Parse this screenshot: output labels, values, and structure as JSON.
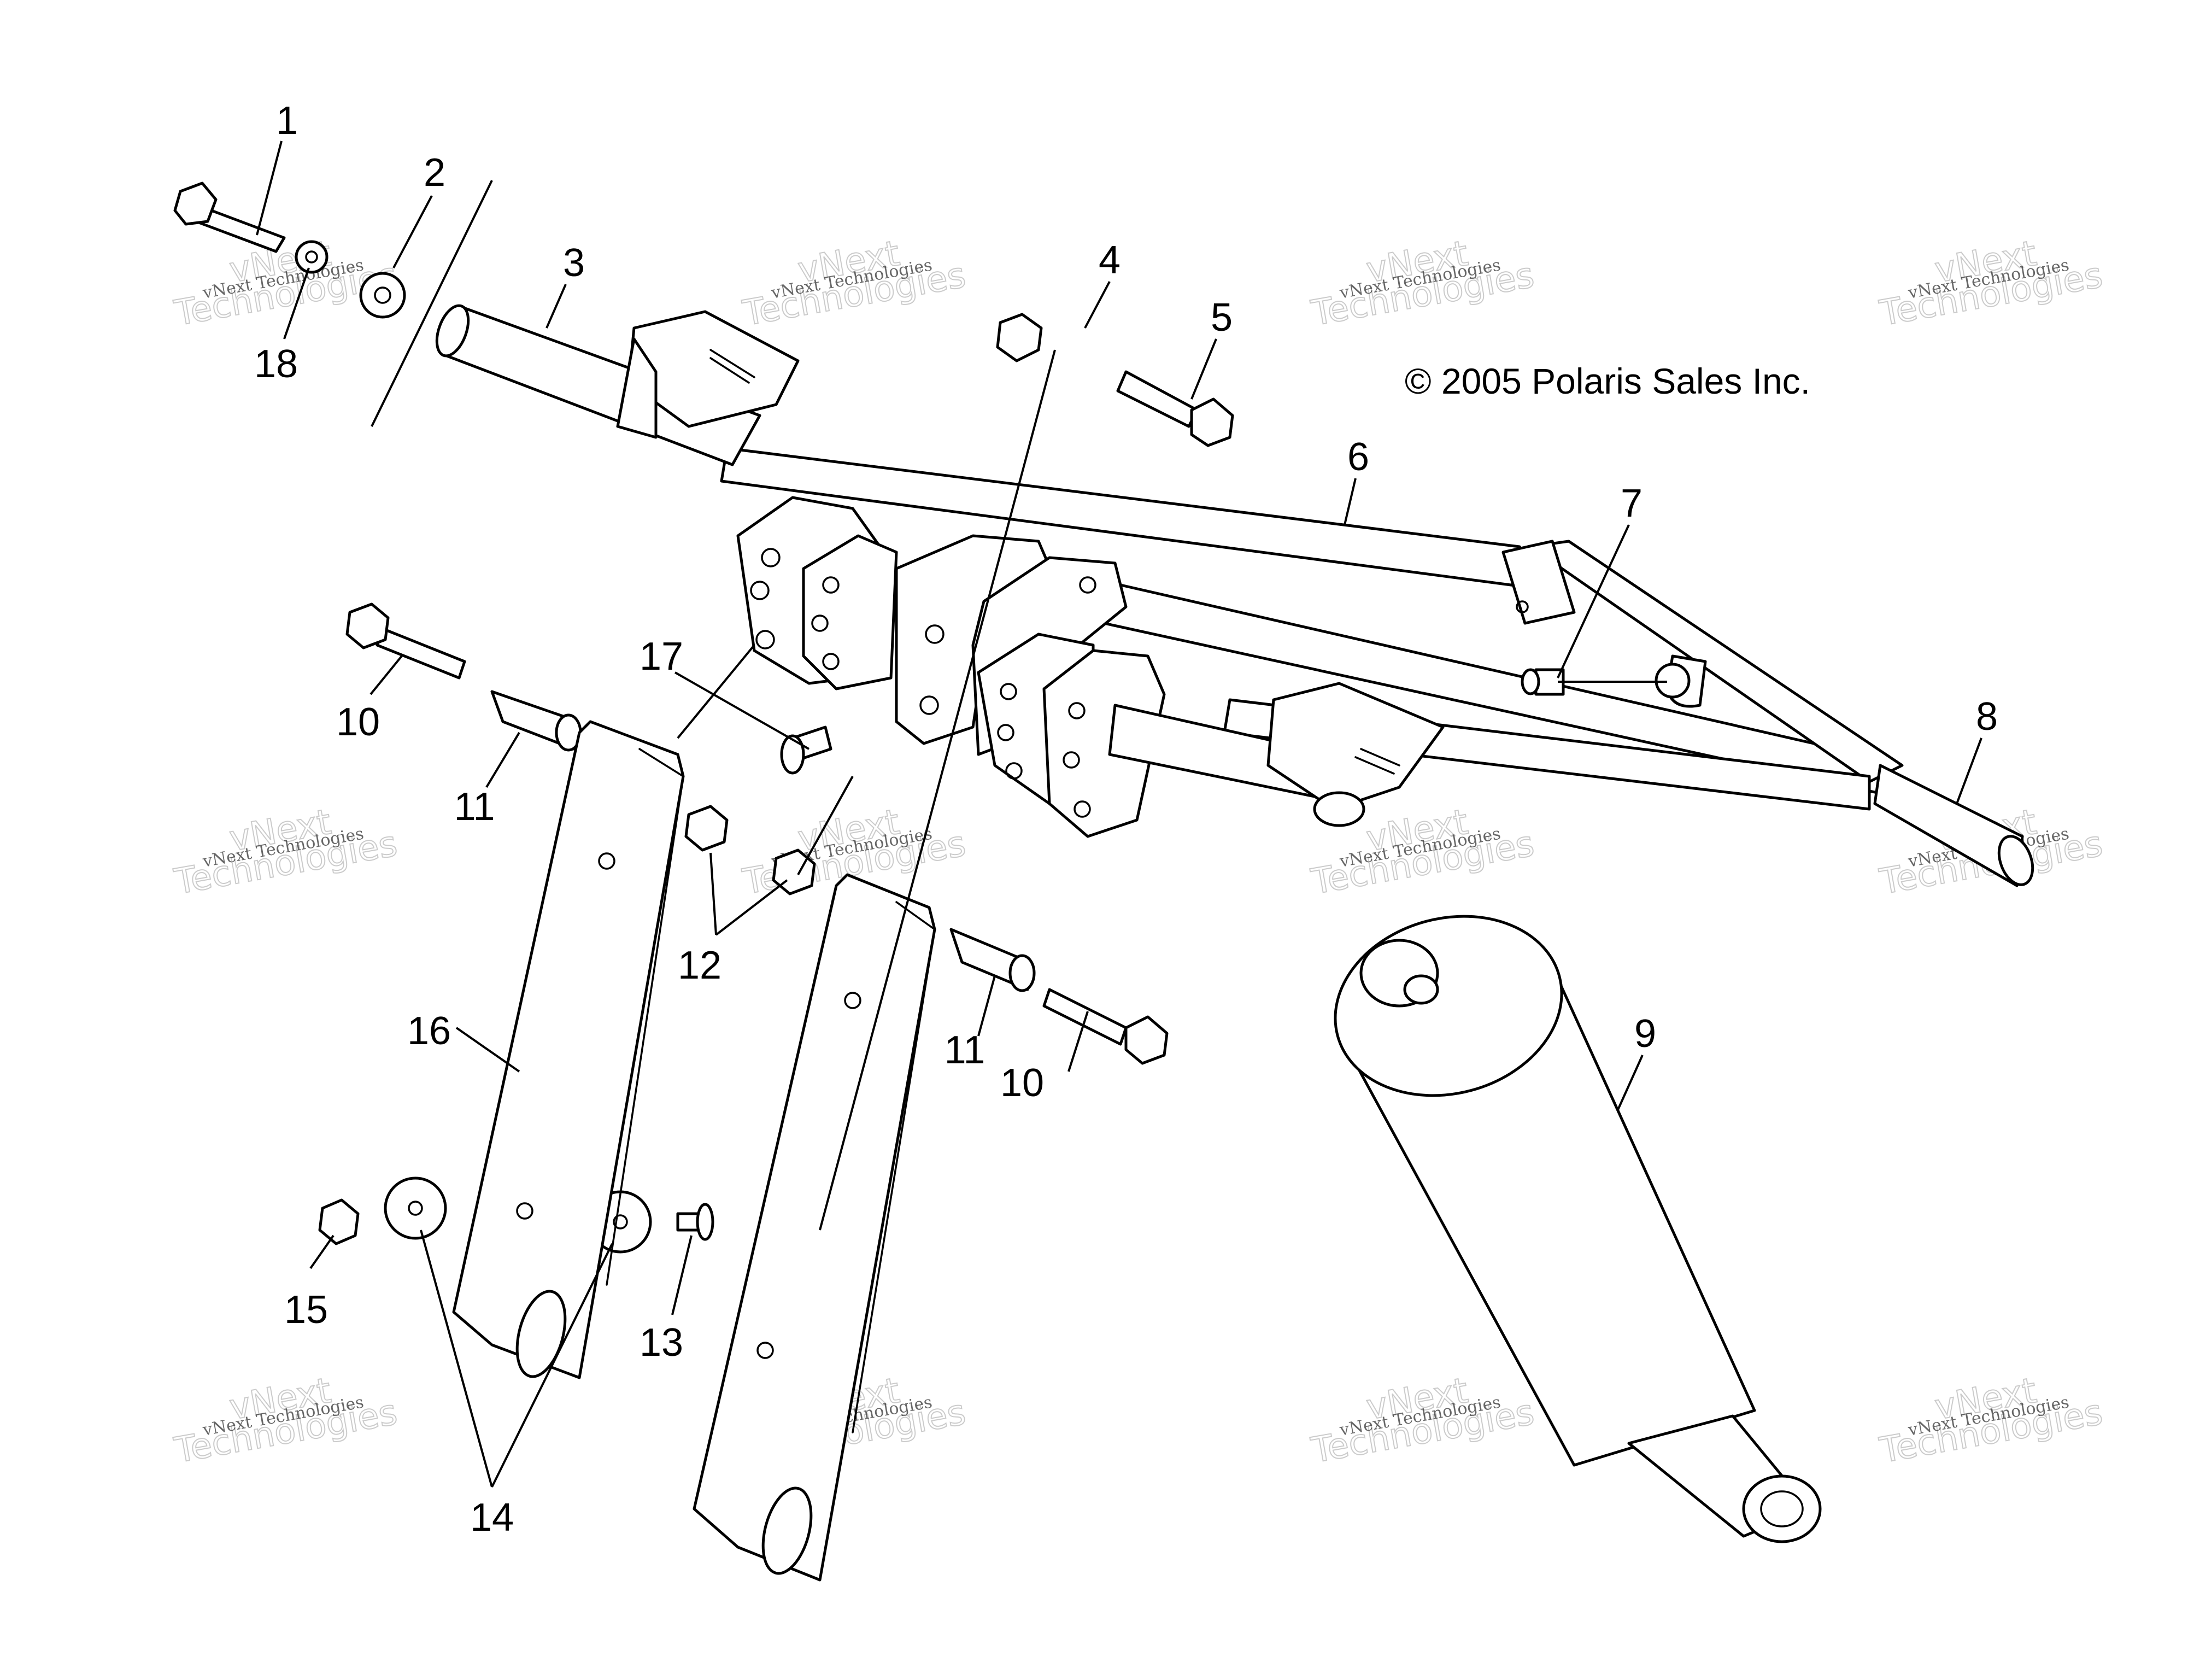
{
  "copyright": "© 2005 Polaris Sales Inc.",
  "callouts": {
    "c1": "1",
    "c2": "2",
    "c3": "3",
    "c4": "4",
    "c5": "5",
    "c6": "6",
    "c7": "7",
    "c8": "8",
    "c9": "9",
    "c10a": "10",
    "c10b": "10",
    "c11a": "11",
    "c11b": "11",
    "c12": "12",
    "c13": "13",
    "c14": "14",
    "c15": "15",
    "c16": "16",
    "c17": "17",
    "c18": "18"
  },
  "watermark": {
    "small": "vNext Technologies",
    "big_line1": "vNext",
    "big_line2": "Technologies"
  }
}
